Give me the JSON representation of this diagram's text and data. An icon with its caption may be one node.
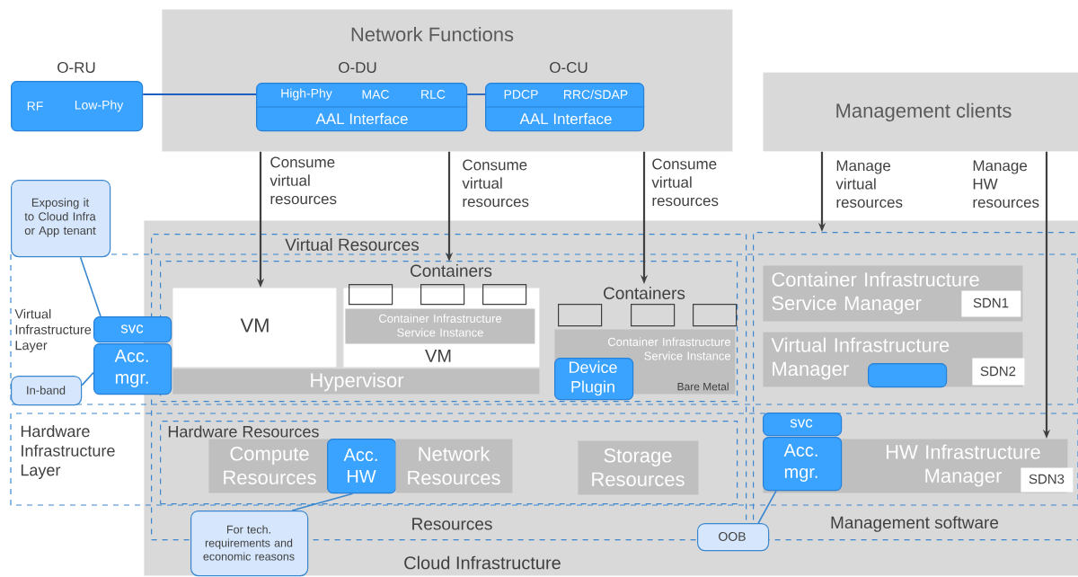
{
  "diagram": {
    "nodes": [
      {
        "text": [
          "Network Functions"
        ]
      },
      {
        "text": [
          "O-RU",
          "RF",
          "Low-Phy"
        ]
      },
      {
        "text": [
          "O-DU",
          "High-Phy",
          "MAC",
          "RLC",
          "AAL Interface"
        ],
        "in": 0
      },
      {
        "text": [
          "O-CU",
          "PDCP",
          "RRC/SDAP",
          "AAL Interface"
        ],
        "in": 0
      },
      {
        "text": [
          "Management clients"
        ]
      },
      {
        "text": [
          "Exposing it to Cloud Infra or App tenant"
        ]
      },
      {
        "text": [
          "Cloud Infrastructure"
        ]
      },
      {
        "text": [
          "Resources"
        ],
        "in": 6
      },
      {
        "text": [
          "Virtual Resources"
        ],
        "in": 7
      },
      {
        "text": [
          "Containers"
        ],
        "in": 8
      },
      {
        "text": [
          "VM"
        ],
        "in": 8
      },
      {
        "text": [
          "VM"
        ],
        "in": 8
      },
      {
        "text": [],
        "shape": "box",
        "in": 11
      },
      {
        "text": [],
        "shape": "box",
        "in": 11
      },
      {
        "text": [],
        "shape": "box",
        "in": 11
      },
      {
        "text": [
          "Container Infrastructure Service Instance"
        ],
        "in": 11
      },
      {
        "text": [
          "Hypervisor"
        ],
        "in": 8
      },
      {
        "text": [
          "Containers"
        ],
        "in": 8
      },
      {
        "text": [],
        "shape": "box",
        "in": 8
      },
      {
        "text": [],
        "shape": "box",
        "in": 8
      },
      {
        "text": [],
        "shape": "box",
        "in": 8
      },
      {
        "text": [
          "Container Infrastructure Service Instance",
          "Bare Metal"
        ],
        "in": 8
      },
      {
        "text": [
          "Device Plugin"
        ],
        "in": 21
      },
      {
        "text": [
          "svc"
        ]
      },
      {
        "text": [
          "Acc. mgr."
        ]
      },
      {
        "text": [
          "In-band"
        ]
      },
      {
        "text": [
          "Hardware Resources"
        ],
        "in": 7
      },
      {
        "text": [
          "Compute Resources"
        ],
        "in": 26
      },
      {
        "text": [
          "Acc. HW"
        ],
        "in": 26
      },
      {
        "text": [
          "Network Resources"
        ],
        "in": 26
      },
      {
        "text": [
          "Storage Resources"
        ],
        "in": 26
      },
      {
        "text": [
          "For tech. requirements and economic reasons"
        ],
        "in": 6
      },
      {
        "text": [
          "Management software"
        ],
        "in": 6
      },
      {
        "text": [
          "Container Infrastructure Service Manager"
        ],
        "in": 32
      },
      {
        "text": [
          "SDN1"
        ],
        "in": 33
      },
      {
        "text": [
          "Virtual Infrastructure Manager"
        ],
        "in": 32
      },
      {
        "text": [],
        "shape": "box",
        "in": 35
      },
      {
        "text": [
          "SDN2"
        ],
        "in": 35
      },
      {
        "text": [
          "HW Infrastructure Manager"
        ],
        "in": 32
      },
      {
        "text": [
          "svc"
        ],
        "in": 32
      },
      {
        "text": [
          "Acc. mgr."
        ],
        "in": 38
      },
      {
        "text": [
          "SDN3"
        ],
        "in": 32
      },
      {
        "text": [
          "OOB"
        ],
        "in": 6
      }
    ],
    "edges": [
      {
        "from": 1,
        "to": 2,
        "arrow": "none",
        "color": "#1f5fbf"
      },
      {
        "from": 2,
        "to": 3,
        "arrow": "none",
        "color": "#1f5fbf"
      },
      {
        "from": 0,
        "to": 10,
        "arrow": "to",
        "label": "Consume virtual resources"
      },
      {
        "from": 0,
        "to": 9,
        "arrow": "to",
        "label": "Consume virtual resources"
      },
      {
        "from": 0,
        "to": 17,
        "arrow": "to",
        "label": "Consume virtual resources"
      },
      {
        "from": 4,
        "to": 32,
        "arrow": "to",
        "label": "Manage virtual resources"
      },
      {
        "from": 4,
        "to": 38,
        "arrow": "to",
        "label": "Manage HW resources"
      },
      {
        "from": 5,
        "to": 23,
        "arrow": "none",
        "color": "#3a87d0"
      },
      {
        "from": 25,
        "to": 24,
        "arrow": "none",
        "color": "#3a87d0"
      },
      {
        "from": 31,
        "to": 28,
        "arrow": "none",
        "color": "#3a87d0"
      },
      {
        "from": 42,
        "to": 40,
        "arrow": "none",
        "color": "#3a87d0"
      }
    ],
    "labels": [
      "Virtual Infrastructure Layer",
      "Hardware Infrastructure Layer"
    ]
  }
}
